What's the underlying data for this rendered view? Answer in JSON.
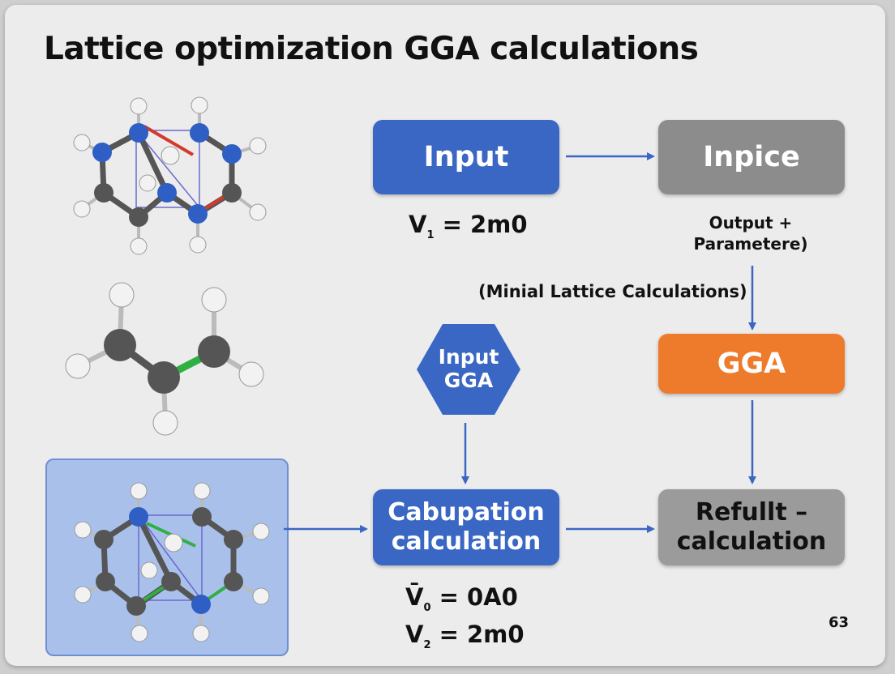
{
  "title": "Lattice optimization GGA calculations",
  "boxes": {
    "input": "Input",
    "inpice": "Inpice",
    "gga": "GGA",
    "cabupation_line1": "Cabupation",
    "cabupation_line2": "calculation",
    "refullt_line1": "Refullt –",
    "refullt_line2": "calculation"
  },
  "hexagon": {
    "line1": "Input",
    "line2": "GGA"
  },
  "labels": {
    "v1": "V",
    "v1_sub": "1",
    "v1_value": " = 2m0",
    "output_line1": "Output +",
    "output_line2": "Parametere)",
    "minimal": "(Minial Lattice Calculations)",
    "v0": "V̄",
    "v0_sub": "0",
    "v0_value": " = 0A0",
    "v2": "V",
    "v2_sub": "2",
    "v2_value": " = 2m0"
  },
  "page_number": "63",
  "colors": {
    "blue": "#3a67c3",
    "gray": "#8c8c8c",
    "orange": "#ee7b2c",
    "arrow": "#3a67c3",
    "atom_n": "#2f5fc4",
    "atom_c": "#5a5a5a",
    "atom_h": "#f2f2f2"
  },
  "icons": [
    "molecule-icon-top",
    "molecule-icon-middle",
    "molecule-icon-bottom"
  ]
}
